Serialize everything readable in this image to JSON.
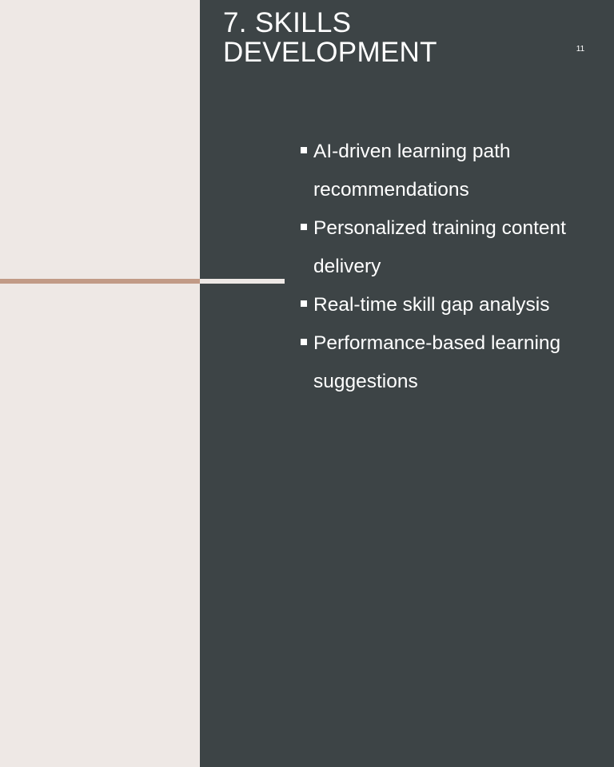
{
  "slide": {
    "title_lines": [
      "7. SKILLS",
      "DEVELOPMENT"
    ],
    "page_number": "11",
    "bullets": [
      "AI-driven learning path recommendations",
      "Personalized training content delivery",
      "Real-time skill gap analysis",
      "Performance-based learning suggestions"
    ]
  },
  "colors": {
    "background_light": "#EEE8E5",
    "background_dark": "#3D4446",
    "accent": "#C19A86",
    "text": "#FFFFFF"
  }
}
